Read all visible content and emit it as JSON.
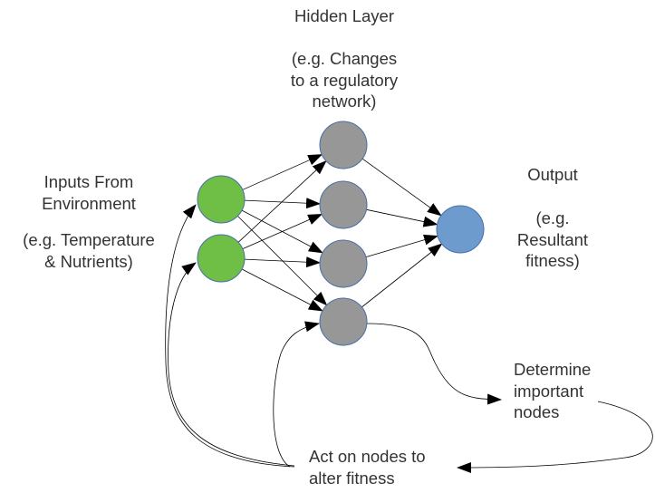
{
  "labels": {
    "hidden_title": "Hidden Layer",
    "hidden_example": "(e.g. Changes\nto a regulatory\nnetwork)",
    "inputs_title": "Inputs From\nEnvironment",
    "inputs_example": "(e.g. Temperature\n& Nutrients)",
    "output_title": "Output",
    "output_example": "(e.g.\nResultant\nfitness)",
    "determine": "Determine\nimportant\nnodes",
    "act": "Act on nodes to\nalter fitness"
  },
  "nodes": {
    "inputs": [
      {
        "id": "input-1"
      },
      {
        "id": "input-2"
      }
    ],
    "hidden": [
      {
        "id": "hidden-1"
      },
      {
        "id": "hidden-2"
      },
      {
        "id": "hidden-3"
      },
      {
        "id": "hidden-4"
      }
    ],
    "output": [
      {
        "id": "output-1"
      }
    ]
  },
  "colors": {
    "input": "#6fbe45",
    "hidden": "#979797",
    "output": "#6d9bcd",
    "node_stroke": "#4a6fa5",
    "edge": "#000000",
    "text": "#333333"
  }
}
